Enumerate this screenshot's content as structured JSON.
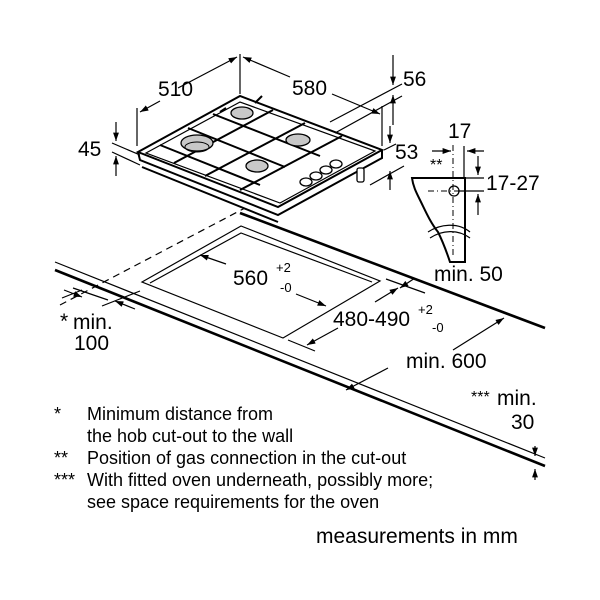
{
  "dimensions": {
    "hob_depth": "510",
    "hob_width": "580",
    "hob_height": "45",
    "top_offset": "56",
    "side_height": "53",
    "gas_offset_h": "17",
    "gas_offset_v": "17-27",
    "gas_marker": "**",
    "cutout_width": "560",
    "cutout_width_tol_plus": "+2",
    "cutout_width_tol_minus": "-0",
    "cutout_depth": "480-490",
    "cutout_depth_tol_plus": "+2",
    "cutout_depth_tol_minus": "-0",
    "min_rear": "min. 50",
    "min_wall_marker": "*",
    "min_wall_label": "min.",
    "min_wall_value": "100",
    "min_worktop_depth": "min. 600",
    "min_thickness_marker": "***",
    "min_thickness_label": "min.",
    "min_thickness_value": "30"
  },
  "legend": [
    {
      "marker": "*",
      "lines": [
        "Minimum distance from",
        "the hob cut-out to the wall"
      ]
    },
    {
      "marker": "**",
      "lines": [
        "Position of gas connection in the cut-out"
      ]
    },
    {
      "marker": "***",
      "lines": [
        "With fitted oven underneath, possibly more;",
        "see space requirements for the oven"
      ]
    }
  ],
  "units_note": "measurements in mm",
  "colors": {
    "ink": "#000000",
    "burner": "#c8c8c8",
    "background": "#ffffff"
  }
}
